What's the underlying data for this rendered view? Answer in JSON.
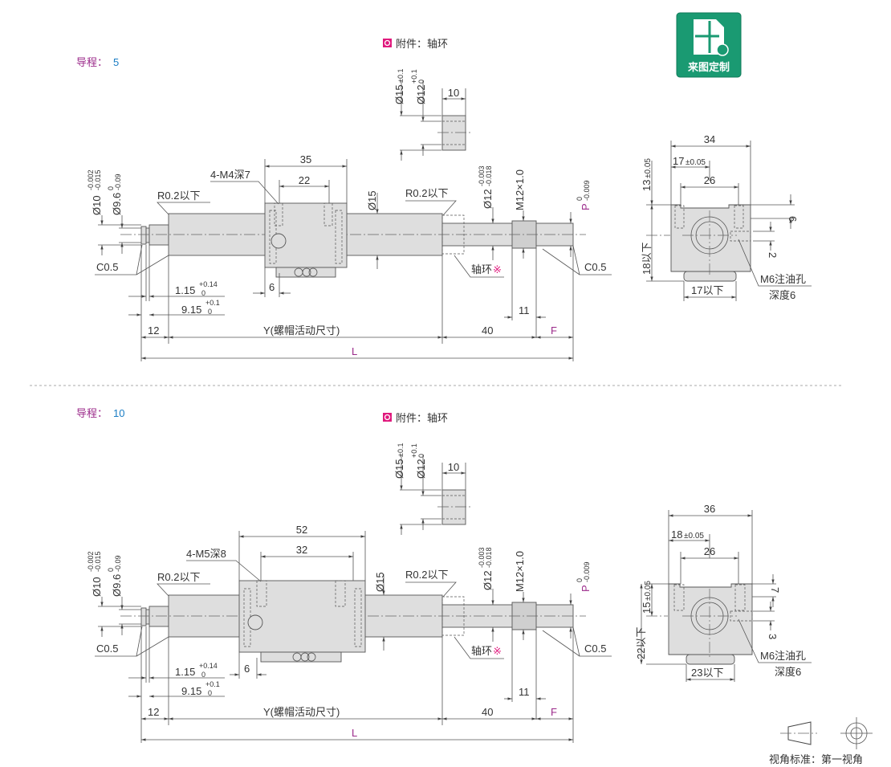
{
  "badge": {
    "label": "来图定制",
    "color": "#1a9a72"
  },
  "shaft": {
    "d10": "Ø10",
    "d10_upper": "-0.002",
    "d10_lower": "-0.015",
    "d96": "Ø9.6",
    "d96_upper": "0",
    "d96_lower": "-0.09",
    "radius_note": "R0.2以下",
    "chamfer": "C0.5",
    "d15": "Ø15",
    "d12": "Ø12",
    "d12_upper": "-0.003",
    "d12_lower": "-0.018",
    "thread": "M12×1.0",
    "p": "P",
    "p_upper": "0",
    "p_lower": "-0.009",
    "collar_note": "轴环",
    "collar_mark": "※",
    "groove_w": "1.15",
    "groove_w_upper": "+0.14",
    "groove_w_lower": "0",
    "groove_pos": "9.15",
    "groove_pos_upper": "+0.1",
    "groove_pos_lower": "0",
    "left_len": "12",
    "y_label": "Y(螺帽活动尺寸)",
    "right_len": "40",
    "thread_len": "11",
    "f_label": "F",
    "l_label": "L"
  },
  "collar": {
    "accessory_label": "附件：轴环",
    "od": "Ø15",
    "od_tol": "±0.1",
    "id": "Ø12",
    "id_upper": "+0.1",
    "id_lower": "0",
    "width": "10"
  },
  "sections": [
    {
      "lead_label": "导程：",
      "lead_value": "5",
      "nut": {
        "width": "35",
        "pitch": "22",
        "tap": "4-M4深7",
        "hole_offset": "6"
      },
      "end_view": {
        "width": "34",
        "half": "17",
        "half_tol": "±0.05",
        "pitch": "26",
        "upper": "13",
        "upper_tol": "±0.05",
        "lower": "18以下",
        "flange": "17以下",
        "tap_depth": "6",
        "oil_offset": "2",
        "oil_hole": "M6注油孔",
        "oil_depth": "深度6"
      }
    },
    {
      "lead_label": "导程：",
      "lead_value": "10",
      "nut": {
        "width": "52",
        "pitch": "32",
        "tap": "4-M5深8",
        "hole_offset": "6"
      },
      "end_view": {
        "width": "36",
        "half": "18",
        "half_tol": "±0.05",
        "pitch": "26",
        "upper": "15",
        "upper_tol": "±0.05",
        "lower": "22以下",
        "flange": "23以下",
        "tap_depth": "7",
        "oil_offset": "3",
        "oil_hole": "M6注油孔",
        "oil_depth": "深度6"
      }
    }
  ],
  "footer": {
    "projection_label": "视角标准：第一视角"
  },
  "colors": {
    "lead_label": "#9b2a8a",
    "lead_value": "#1a7dc4",
    "accent": "#e0197d"
  }
}
